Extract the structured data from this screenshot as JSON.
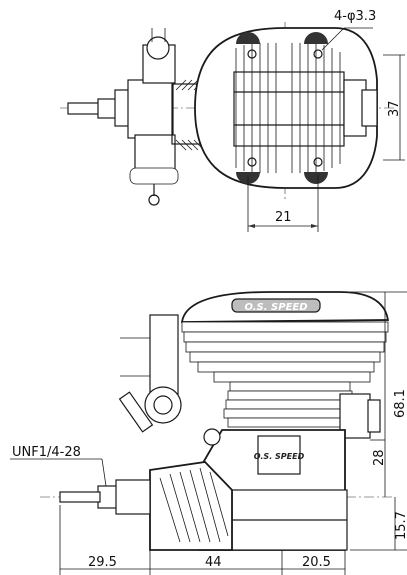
{
  "dimensions": {
    "mount_holes": "4-φ3.3",
    "top_width": "21",
    "top_height": "37",
    "shaft_length": "29.5",
    "mount_span": "44",
    "rear_offset": "20.5",
    "crank_to_head": "68.1",
    "crank_to_carb": "28",
    "crank_to_base": "15.7",
    "thread": "UNF1/4-28"
  },
  "brand": {
    "head_logo": "O.S. SPEED",
    "case_logo": "O.S. SPEED"
  }
}
